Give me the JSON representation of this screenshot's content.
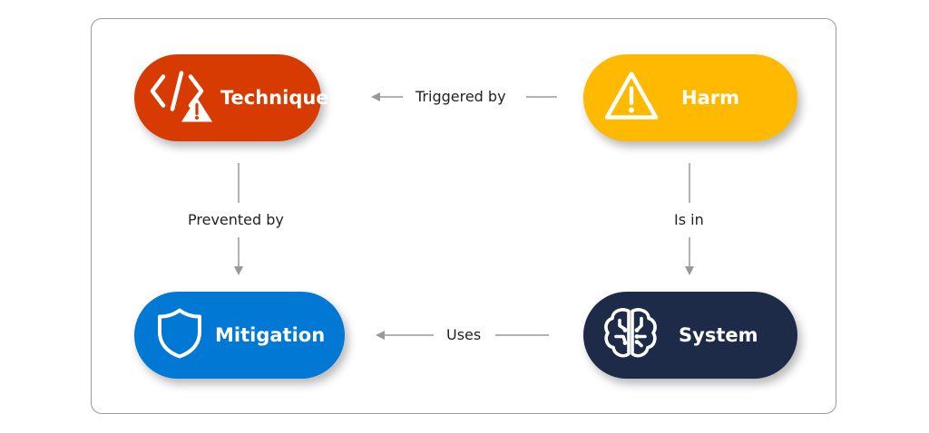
{
  "nodes": {
    "technique": {
      "label": "Technique",
      "color": "#D83B01",
      "icon": "code-warning-icon"
    },
    "harm": {
      "label": "Harm",
      "color": "#FFB900",
      "icon": "warning-icon"
    },
    "mitigation": {
      "label": "Mitigation",
      "color": "#0078D4",
      "icon": "shield-icon"
    },
    "system": {
      "label": "System",
      "color": "#1E2B48",
      "icon": "brain-circuit-icon"
    }
  },
  "edges": {
    "triggered_by": "Triggered by",
    "prevented_by": "Prevented by",
    "is_in": "Is in",
    "uses": "Uses"
  }
}
